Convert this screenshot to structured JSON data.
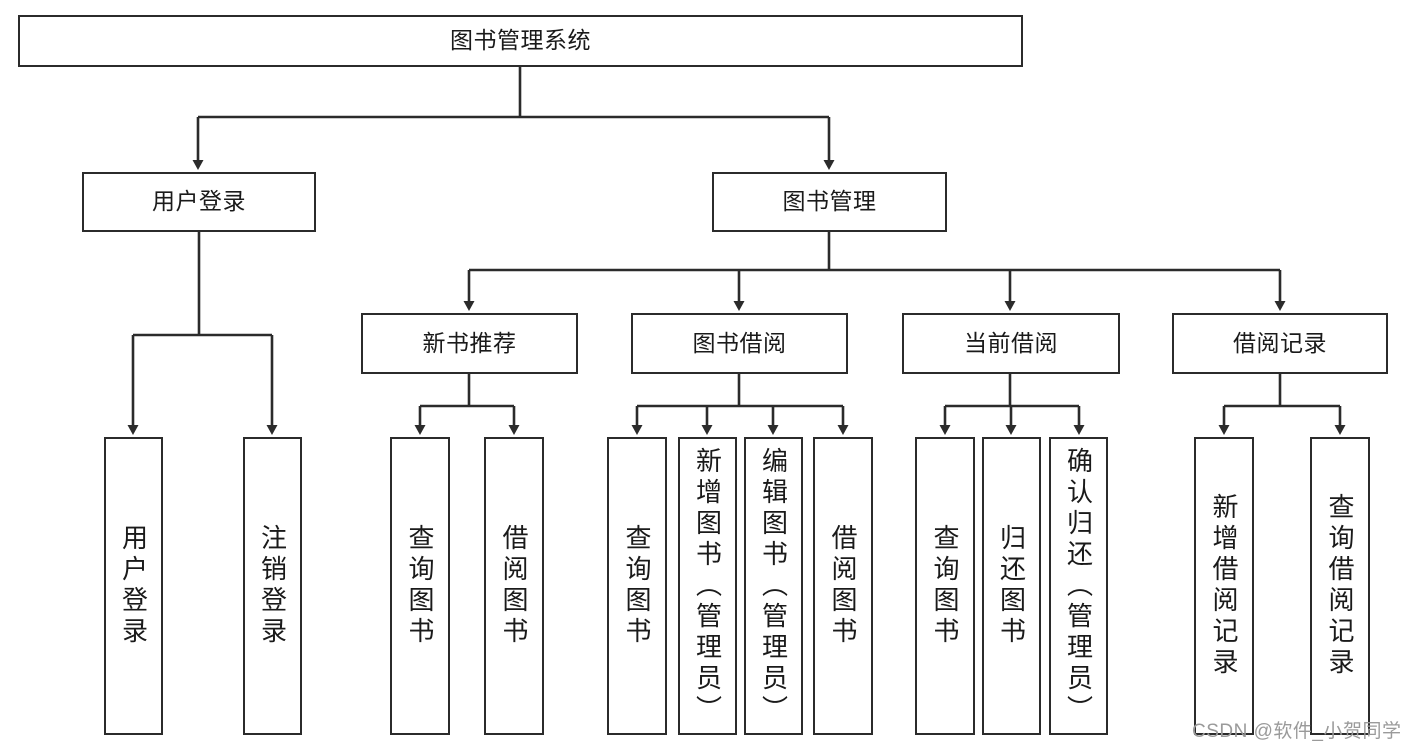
{
  "diagram": {
    "type": "tree-hierarchy-chart",
    "title": "图书管理系统",
    "line_color": "#2b2b2b",
    "box_fill": "#ffffff",
    "text_color": "#1a1a1a",
    "watermark": "CSDN @软件_小贺同学",
    "nodes": {
      "root": {
        "label": "图书管理系统"
      },
      "level1": [
        {
          "id": "user-login",
          "label": "用户登录"
        },
        {
          "id": "book-management",
          "label": "图书管理"
        }
      ],
      "level2": [
        {
          "id": "new-book-recommend",
          "label": "新书推荐"
        },
        {
          "id": "book-borrow",
          "label": "图书借阅"
        },
        {
          "id": "current-borrow",
          "label": "当前借阅"
        },
        {
          "id": "borrow-record",
          "label": "借阅记录"
        }
      ],
      "leaves": {
        "user_login": [
          {
            "id": "leaf-user-login",
            "label": "用户登录"
          },
          {
            "id": "leaf-user-logout",
            "label": "注销登录"
          }
        ],
        "new_book_recommend": [
          {
            "id": "leaf-query-book-1",
            "label": "查询图书"
          },
          {
            "id": "leaf-borrow-book-1",
            "label": "借阅图书"
          }
        ],
        "book_borrow": [
          {
            "id": "leaf-query-book-2",
            "label": "查询图书"
          },
          {
            "id": "leaf-add-book",
            "label": "新增图书（管理员）"
          },
          {
            "id": "leaf-edit-book",
            "label": "编辑图书（管理员）"
          },
          {
            "id": "leaf-borrow-book-2",
            "label": "借阅图书"
          }
        ],
        "current_borrow": [
          {
            "id": "leaf-query-book-3",
            "label": "查询图书"
          },
          {
            "id": "leaf-return-book",
            "label": "归还图书"
          },
          {
            "id": "leaf-confirm-return",
            "label": "确认归还（管理员）"
          }
        ],
        "borrow_record": [
          {
            "id": "leaf-add-record",
            "label": "新增借阅记录"
          },
          {
            "id": "leaf-query-record",
            "label": "查询借阅记录"
          }
        ]
      }
    }
  }
}
